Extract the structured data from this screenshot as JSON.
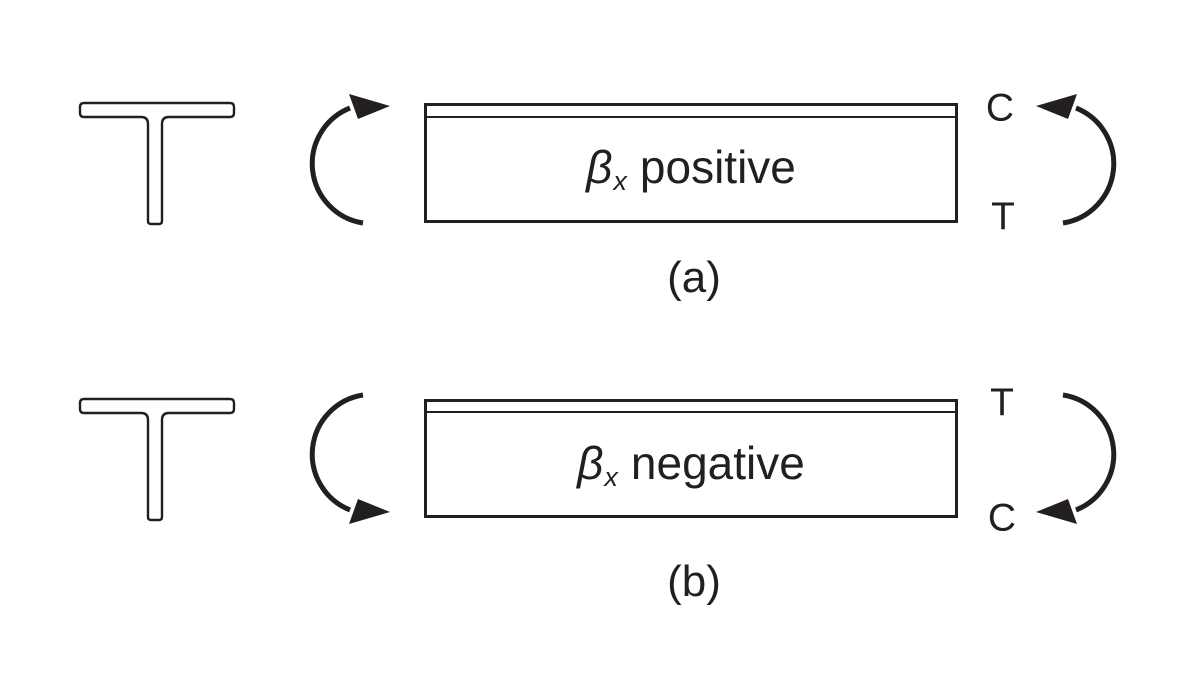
{
  "figure": {
    "background_color": "#ffffff",
    "line_color": "#231f20",
    "panels": [
      {
        "caption": "(a)",
        "beam_text": {
          "symbol": "β",
          "subscript": "x",
          "word": "positive"
        },
        "right_top_label": "C",
        "right_bottom_label": "T"
      },
      {
        "caption": "(b)",
        "beam_text": {
          "symbol": "β",
          "subscript": "x",
          "word": "negative"
        },
        "right_top_label": "T",
        "right_bottom_label": "C"
      }
    ],
    "icons": {
      "cross_section": "tee-section-icon",
      "panel_a_left_arrow": "clockwise-moment-arrow-icon",
      "panel_a_right_arrow": "counterclockwise-moment-arrow-icon",
      "panel_b_left_arrow": "counterclockwise-moment-arrow-icon",
      "panel_b_right_arrow": "clockwise-moment-arrow-icon"
    }
  }
}
